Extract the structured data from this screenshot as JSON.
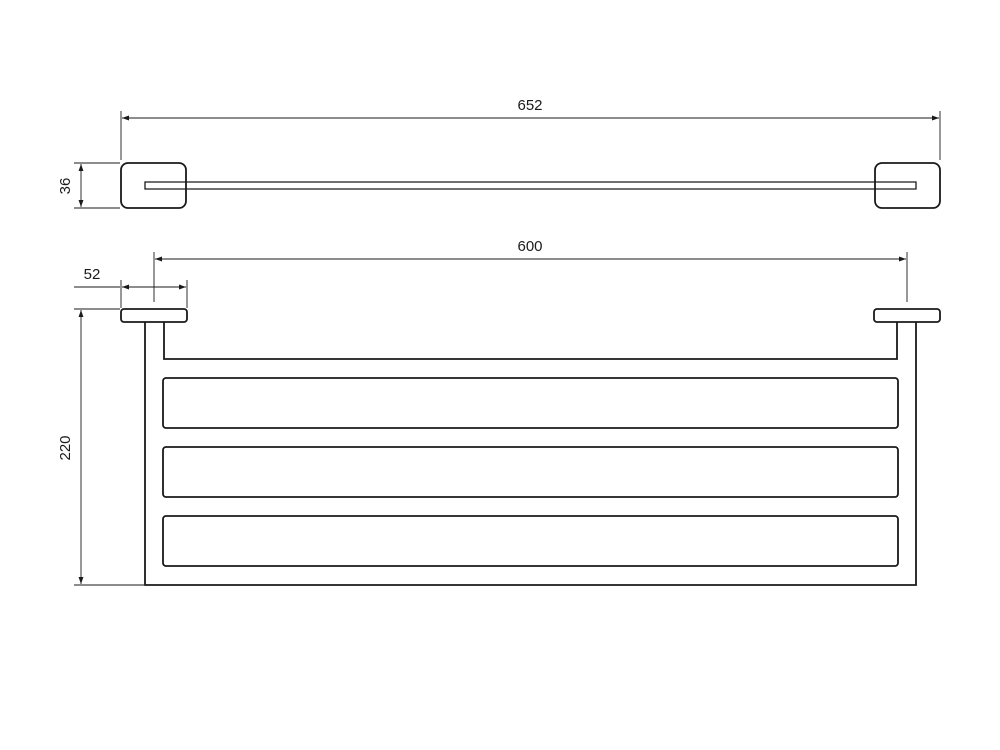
{
  "dimensions": {
    "overall_width": "652",
    "flange_height": "36",
    "center_distance": "600",
    "flange_width": "52",
    "total_depth": "220"
  }
}
